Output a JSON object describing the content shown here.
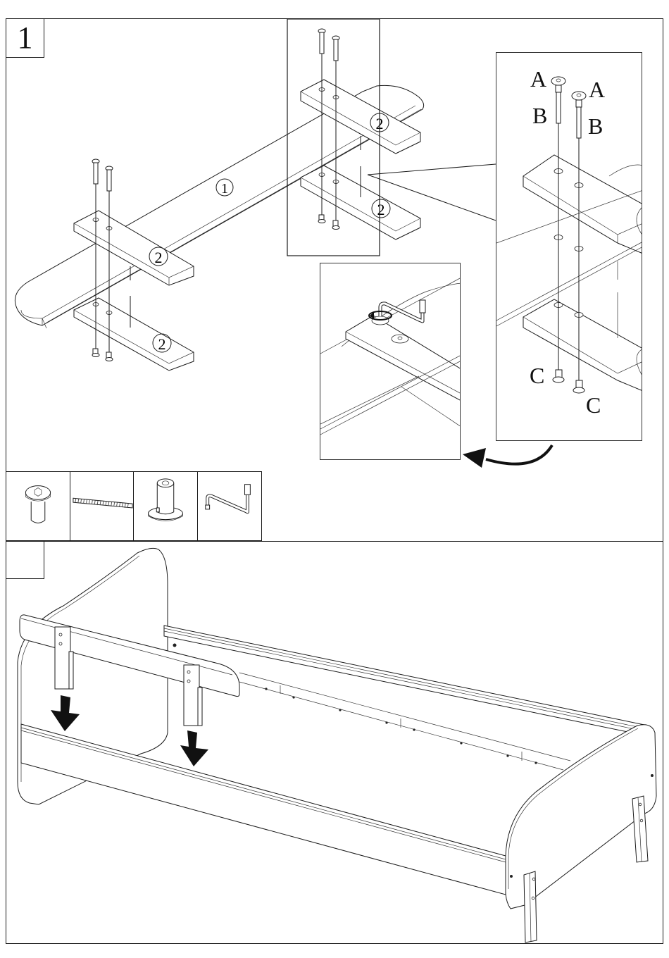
{
  "page": {
    "type": "assembly-instructions",
    "subject": "bed frame assembly"
  },
  "steps": [
    {
      "number": "1",
      "part_labels": {
        "rail": "1",
        "cross_slat": "2"
      },
      "callout_labels": {
        "bolt_head": "A",
        "bolt_shaft": "B",
        "nut": "C"
      },
      "hardware": [
        {
          "name": "connector-bolt",
          "icon": "hex-socket-bolt-icon"
        },
        {
          "name": "threaded-rod",
          "icon": "threaded-rod-icon"
        },
        {
          "name": "barrel-nut",
          "icon": "barrel-nut-icon"
        },
        {
          "name": "allen-key",
          "icon": "allen-key-icon"
        }
      ]
    },
    {
      "number": "",
      "description": "Insert guard rail posts into side rail",
      "arrows": 2
    }
  ],
  "colors": {
    "line": "#1a1a1a",
    "background": "#ffffff",
    "arrow": "#111111"
  }
}
